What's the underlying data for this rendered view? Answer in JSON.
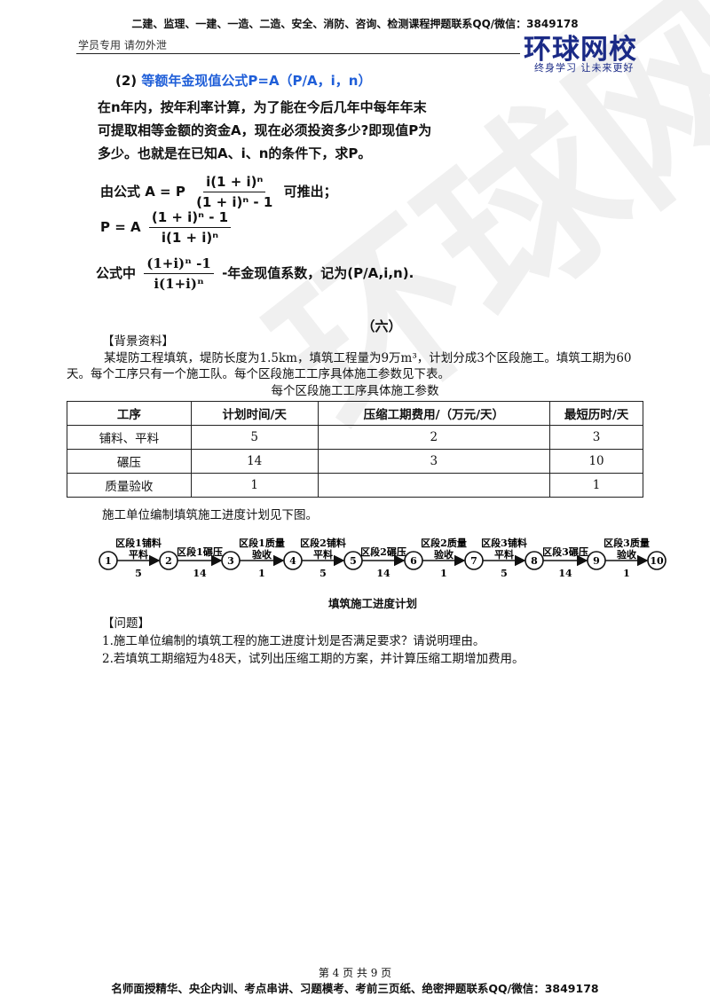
{
  "header": {
    "top_note": "二建、监理、一建、一造、二造、安全、消防、咨询、检测课程押题联系QQ/微信：3849178",
    "left_note": "学员专用 请勿外泄",
    "logo_text": "环球网校",
    "logo_slogan": "终身学习 让未来更好",
    "logo_color": "#1a2a86"
  },
  "formula_section": {
    "subtitle_num": "(2)",
    "subtitle_text": "等额年金现值公式P=A（P/A，i，n）",
    "paragraph": "在n年内，按年利率计算，为了能在今后几年中每年年末可提取相等金额的资金A，现在必须投资多少?即现值P为多少。也就是在已知A、i、n的条件下，求P。",
    "f1_prefix": "由公式 A = P",
    "f1_num": "i(1 + i)ⁿ",
    "f1_den": "(1 + i)ⁿ - 1",
    "f1_suffix": "可推出；",
    "f2_prefix": "P = A",
    "f2_num": "(1 + i)ⁿ - 1",
    "f2_den": "i(1 + i)ⁿ",
    "f3_prefix": "公式中",
    "f3_num": "(1+i)ⁿ -1",
    "f3_den": "i(1+i)ⁿ",
    "f3_suffix": "-年金现值系数，记为(P/A,i,n)."
  },
  "case": {
    "title": "（六）",
    "bg_label": "【背景资料】",
    "bg_text": "某堤防工程填筑，堤防长度为1.5km，填筑工程量为9万m³，计划分成3个区段施工。填筑工期为60天。每个工序只有一个施工队。每个区段施工工序具体施工参数见下表。",
    "table_caption": "每个区段施工工序具体施工参数",
    "table": {
      "headers": [
        "工序",
        "计划时间/天",
        "压缩工期费用/（万元/天）",
        "最短历时/天"
      ],
      "rows": [
        [
          "铺料、平料",
          "5",
          "2",
          "3"
        ],
        [
          "碾压",
          "14",
          "3",
          "10"
        ],
        [
          "质量验收",
          "1",
          "",
          "1"
        ]
      ]
    },
    "plan_intro": "施工单位编制填筑施工进度计划见下图。",
    "schedule": {
      "nodes": [
        "1",
        "2",
        "3",
        "4",
        "5",
        "6",
        "7",
        "8",
        "9",
        "10"
      ],
      "activities": [
        {
          "label": "区段1铺料平料",
          "duration": "5"
        },
        {
          "label": "区段1碾压",
          "duration": "14"
        },
        {
          "label": "区段1质量验收",
          "duration": "1"
        },
        {
          "label": "区段2铺料平料",
          "duration": "5"
        },
        {
          "label": "区段2碾压",
          "duration": "14"
        },
        {
          "label": "区段2质量验收",
          "duration": "1"
        },
        {
          "label": "区段3铺料平料",
          "duration": "5"
        },
        {
          "label": "区段3碾压",
          "duration": "14"
        },
        {
          "label": "区段3质量验收",
          "duration": "1"
        }
      ],
      "caption": "填筑施工进度计划"
    },
    "question_label": "【问题】",
    "questions": [
      "1.施工单位编制的填筑工程的施工进度计划是否满足要求？请说明理由。",
      "2.若填筑工期缩短为48天，试列出压缩工期的方案，并计算压缩工期增加费用。"
    ]
  },
  "footer": {
    "page": "第 4 页 共 9 页",
    "note": "名师面授精华、央企内训、考点串讲、习题模考、考前三页纸、绝密押题联系QQ/微信：3849178"
  }
}
